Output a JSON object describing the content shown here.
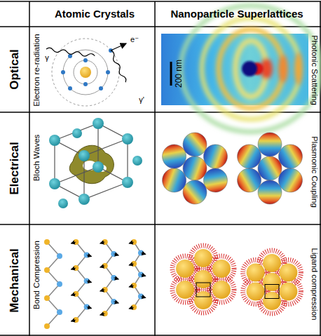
{
  "diagram": {
    "labels": [
      "Atomic Crystals",
      "Nanoparticle Superlattices",
      "Optical",
      "Electron re-radiation",
      "γ",
      "e⁻",
      "γ'",
      "200 nm",
      "Photonic Scattering",
      "Electrical",
      "Bloch Waves",
      "Plasmonic Coupling",
      "Mechanical",
      "Bond Compression",
      "Ligand compression"
    ]
  }
}
